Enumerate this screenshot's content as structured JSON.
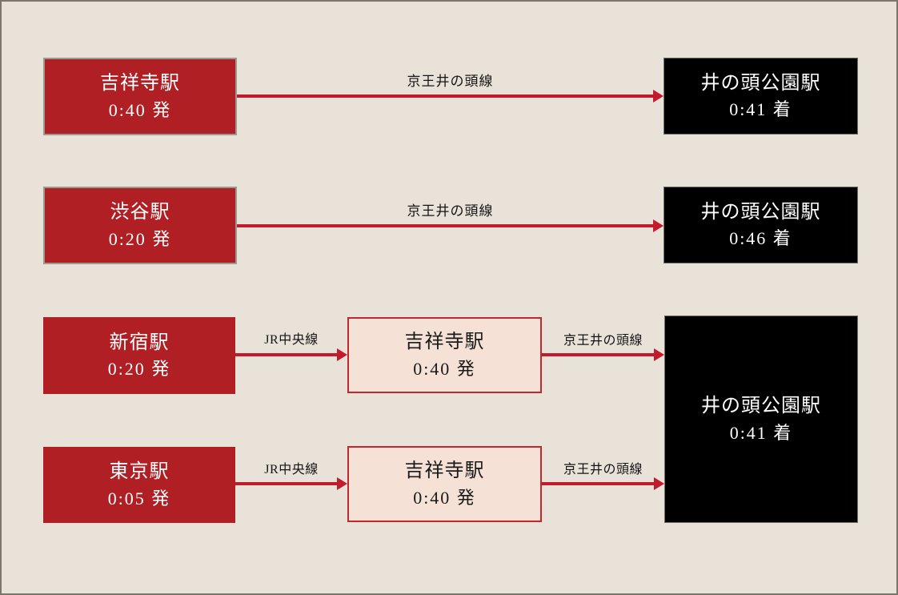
{
  "colors": {
    "background": "#E9E2D9",
    "border": "#7B766B",
    "red_box": "#B01F24",
    "red_box_border": "#9A9A92",
    "pink_box": "#F6E1D6",
    "pink_box_border": "#C1272D",
    "black_box": "#000000",
    "black_box_border": "#6F6B61",
    "arrow": "#C21B2B",
    "text_light": "#FFFFFF",
    "text_dark": "#1A1A1A"
  },
  "rows": [
    {
      "from": {
        "station": "吉祥寺駅",
        "time": "0:40 発"
      },
      "line": "京王井の頭線",
      "to": {
        "station": "井の頭公園駅",
        "time": "0:41 着"
      }
    },
    {
      "from": {
        "station": "渋谷駅",
        "time": "0:20 発"
      },
      "line": "京王井の頭線",
      "to": {
        "station": "井の頭公園駅",
        "time": "0:46 着"
      }
    },
    {
      "from": {
        "station": "新宿駅",
        "time": "0:20 発"
      },
      "line1": "JR中央線",
      "via": {
        "station": "吉祥寺駅",
        "time": "0:40 発"
      },
      "line2": "京王井の頭線"
    },
    {
      "from": {
        "station": "東京駅",
        "time": "0:05 発"
      },
      "line1": "JR中央線",
      "via": {
        "station": "吉祥寺駅",
        "time": "0:40 発"
      },
      "line2": "京王井の頭線"
    }
  ],
  "shared_destination": {
    "station": "井の頭公園駅",
    "time": "0:41 着"
  }
}
